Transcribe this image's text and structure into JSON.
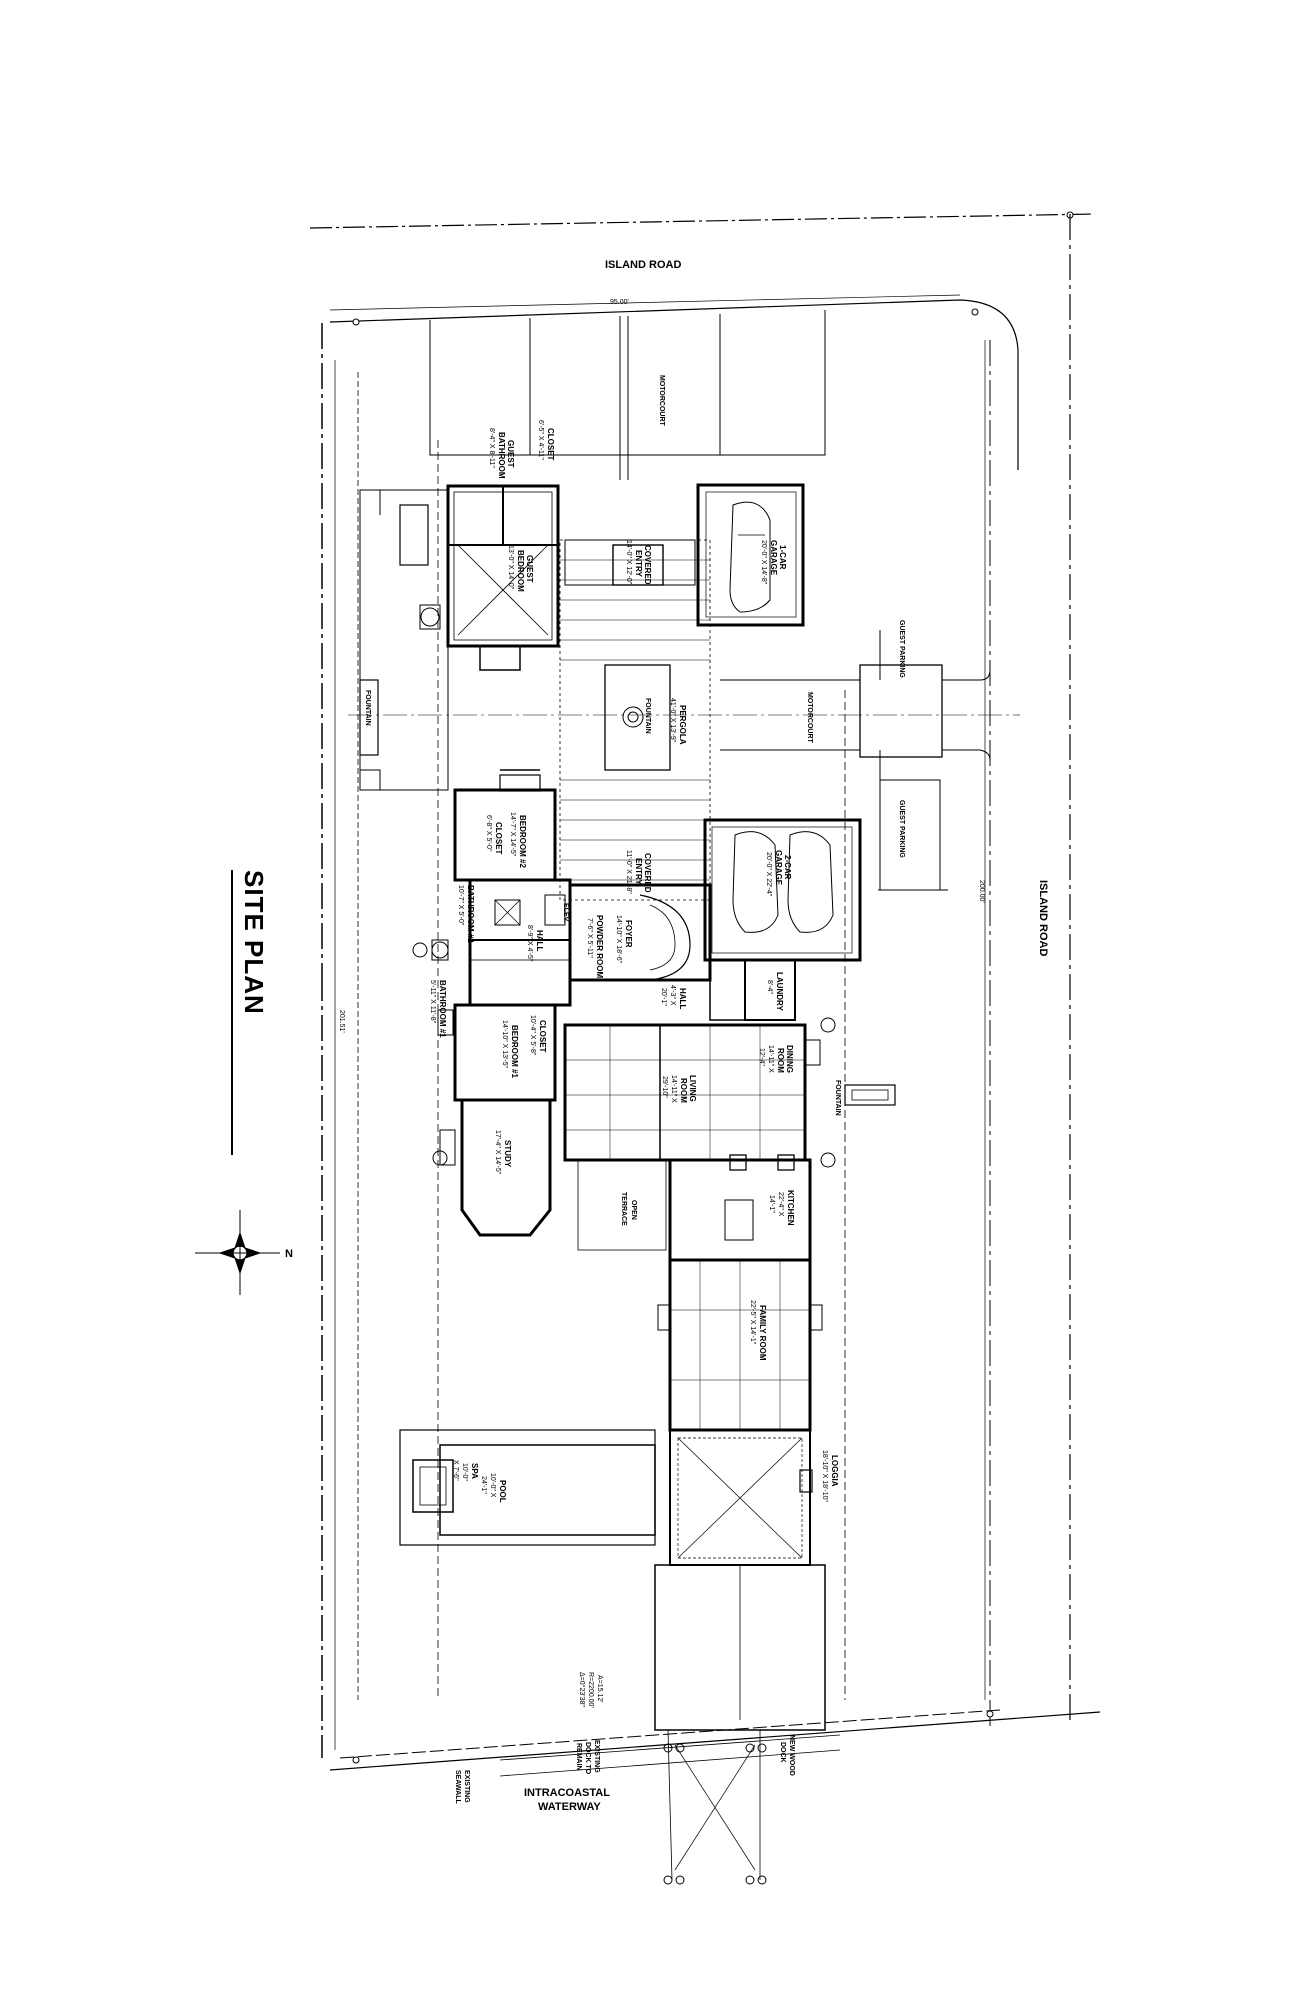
{
  "title": "SITE PLAN",
  "north": "N",
  "roads": {
    "island_road_top": "ISLAND ROAD",
    "island_road_right": "ISLAND ROAD",
    "waterway_line1": "INTRACOASTAL",
    "waterway_line2": "WATERWAY"
  },
  "dimensions": {
    "top": "95.00'",
    "right": "200.00'",
    "left": "201.51'",
    "arc_1": "A=15.12'",
    "arc_2": "R=2200.00'",
    "arc_3": "Δ=0°23'38\""
  },
  "site_labels": {
    "motorcourt_1": "MOTORCOURT",
    "motorcourt_2": "MOTORCOURT",
    "guest_parking_1": "GUEST PARKING",
    "guest_parking_2": "GUEST PARKING",
    "fountain_left": "FOUNTAIN",
    "fountain_center": "FOUNTAIN",
    "fountain_right": "FOUNTAIN",
    "open_terrace_1": "OPEN",
    "open_terrace_2": "TERRACE",
    "existing_dock_1": "EXISTING",
    "existing_dock_2": "DOCK TO",
    "existing_dock_3": "REMAIN",
    "existing_seawall_1": "EXISTING",
    "existing_seawall_2": "SEAWALL",
    "new_dock_1": "NEW WOOD",
    "new_dock_2": "DOCK"
  },
  "rooms": {
    "guest_bath": {
      "l1": "GUEST",
      "l2": "BATHROOM",
      "l3": "8'-4\" X 8'-11\""
    },
    "guest_closet": {
      "l1": "CLOSET",
      "l2": "6'-5\" X 4'-11\""
    },
    "guest_bedroom": {
      "l1": "GUEST",
      "l2": "BEDROOM",
      "l3": "13'-0\" X 14'-0\""
    },
    "covered_entry_1": {
      "l1": "COVERED",
      "l2": "ENTRY",
      "l3": "14'-0\" X 12'-0\""
    },
    "garage_1": {
      "l1": "1-CAR",
      "l2": "GARAGE",
      "l3": "20'-0\" X 14'-8\""
    },
    "pergola": {
      "l1": "PERGOLA",
      "l2": "41'-0\" X 13'-9\""
    },
    "bedroom_2": {
      "l1": "BEDROOM #2",
      "l2": "14'-7\" X 14'-5\""
    },
    "closet_2": {
      "l1": "CLOSET",
      "l2": "6'-8\" X 5'-0\""
    },
    "covered_entry_2": {
      "l1": "COVERED",
      "l2": "ENTRY",
      "l3": "11'-0\" X 21'-8\""
    },
    "garage_2": {
      "l1": "2-CAR",
      "l2": "GARAGE",
      "l3": "20'-0\" X 22'-4\""
    },
    "bathroom_2": {
      "l1": "BATHROOM #2",
      "l2": "10'-7\" X 5'-0\""
    },
    "elev": {
      "l1": "ELEV."
    },
    "hall_1": {
      "l1": "HALL",
      "l2": "8'-9\" X 4'-5\""
    },
    "foyer": {
      "l1": "FOYER",
      "l2": "14'-10\" X 18'-6\""
    },
    "powder_room": {
      "l1": "POWDER ROOM",
      "l2": "7'-6\" X 5'-11\""
    },
    "laundry": {
      "l1": "LAUNDRY",
      "l2": "8'-4\""
    },
    "bathroom_1": {
      "l1": "BATHROOM #1",
      "l2": "5'-11\" X 11'-8\""
    },
    "hall_2": {
      "l1": "HALL",
      "l2": "4'-3\" X",
      "l3": "20'-1\""
    },
    "closet_1": {
      "l1": "CLOSET",
      "l2": "10'-4\" X 5'-8\""
    },
    "bedroom_1": {
      "l1": "BEDROOM #1",
      "l2": "14'-10\" X 13'-5\""
    },
    "living_room": {
      "l1": "LIVING",
      "l2": "ROOM",
      "l3": "14'-11\" X",
      "l4": "29'-10\""
    },
    "dining_room": {
      "l1": "DINING",
      "l2": "ROOM",
      "l3": "14'-11\" X",
      "l4": "12'-4\""
    },
    "study": {
      "l1": "STUDY",
      "l2": "17'-4\" X 14'-5\""
    },
    "kitchen": {
      "l1": "KITCHEN",
      "l2": "22'-4\" X",
      "l3": "14'-1\""
    },
    "family_room": {
      "l1": "FAMILY ROOM",
      "l2": "22'-5\" X 14'-1\""
    },
    "loggia": {
      "l1": "LOGGIA",
      "l2": "18'-10\" X 18'-10\""
    },
    "pool": {
      "l1": "POOL",
      "l2": "10'-0\" X",
      "l3": "24'-1\""
    },
    "spa": {
      "l1": "SPA",
      "l2": "10'-0\"",
      "l3": "X 7'-6\""
    }
  },
  "colors": {
    "ink": "#000000",
    "paper": "#ffffff"
  }
}
